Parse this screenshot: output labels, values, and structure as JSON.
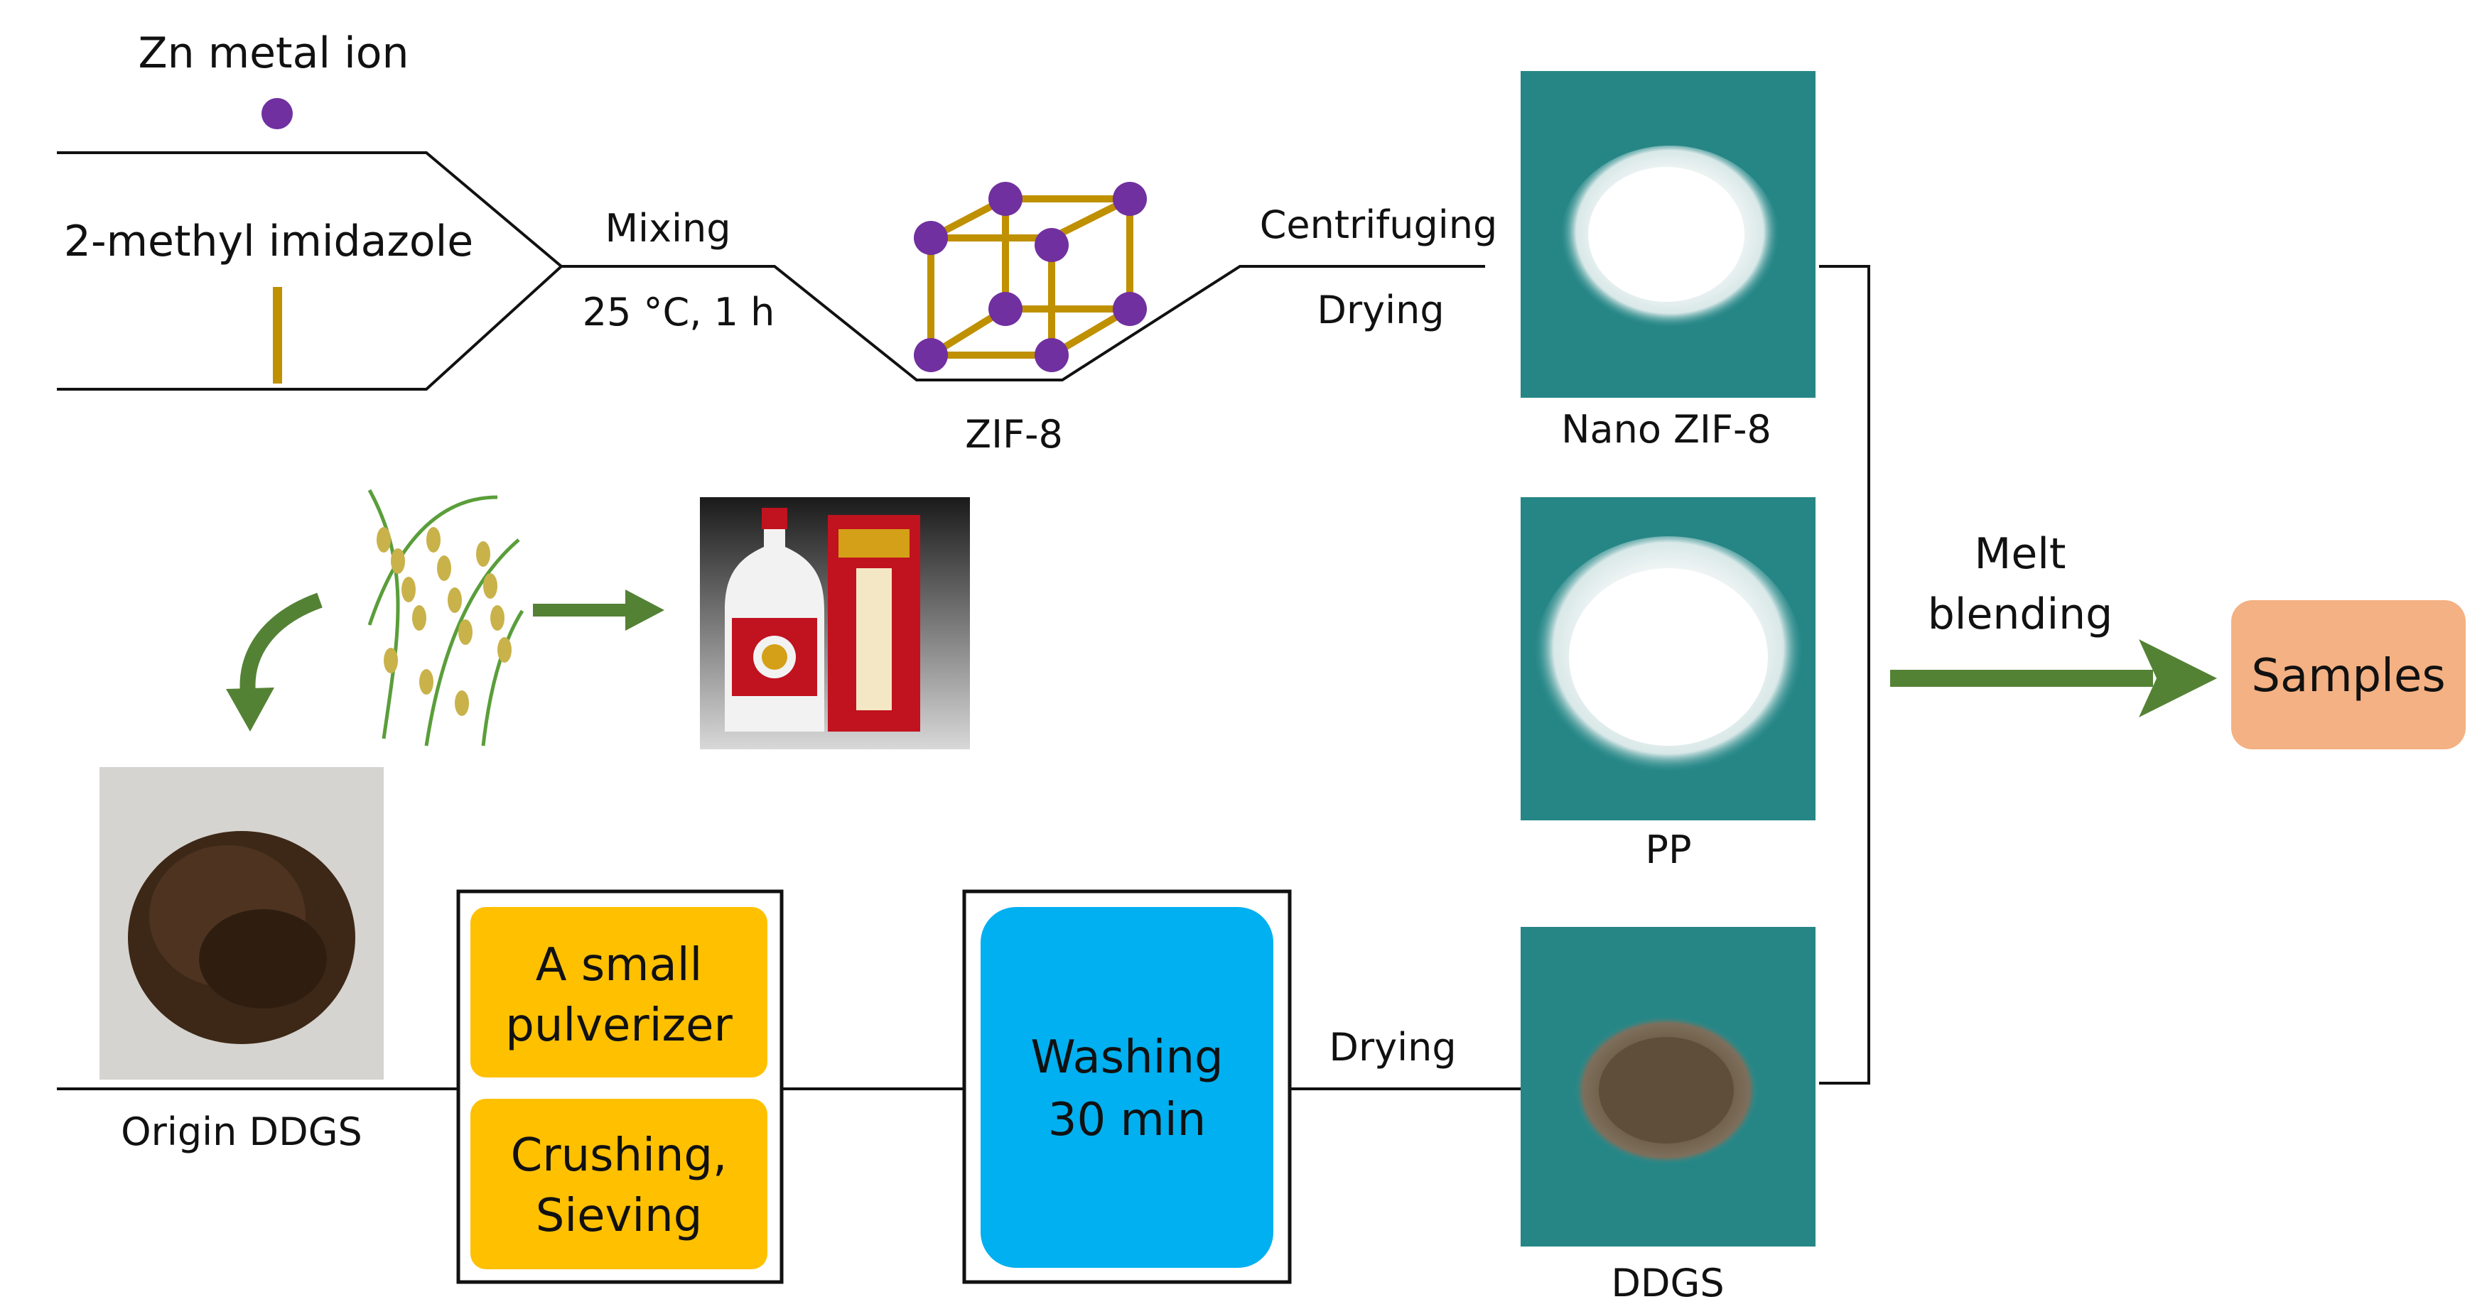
{
  "labels": {
    "zn_ion": "Zn metal ion",
    "imidazole": "2-methyl imidazole",
    "mixing": "Mixing",
    "conditions": "25 °C, 1 h",
    "zif8": "ZIF-8",
    "centrifuging": "Centrifuging",
    "drying_top": "Drying",
    "nano_zif8": "Nano ZIF-8",
    "pp": "PP",
    "ddgs": "DDGS",
    "origin_ddgs": "Origin DDGS",
    "drying_bottom": "Drying",
    "melt_line1": "Melt",
    "melt_line2": "blending",
    "samples": "Samples"
  },
  "process_boxes": {
    "pulverizer_line1": "A small",
    "pulverizer_line2": "pulverizer",
    "crushing_line1": "Crushing,",
    "crushing_line2": "Sieving",
    "washing_line1": "Washing",
    "washing_line2": "30 min"
  },
  "colors": {
    "zn_node": "#7030a0",
    "linker": "#bf9000",
    "arrow_green": "#548235",
    "teal_bg": "#2a8c8c",
    "orange_box": "#ffc000",
    "blue_box": "#00b0f0",
    "samples_box": "#f4b183"
  }
}
